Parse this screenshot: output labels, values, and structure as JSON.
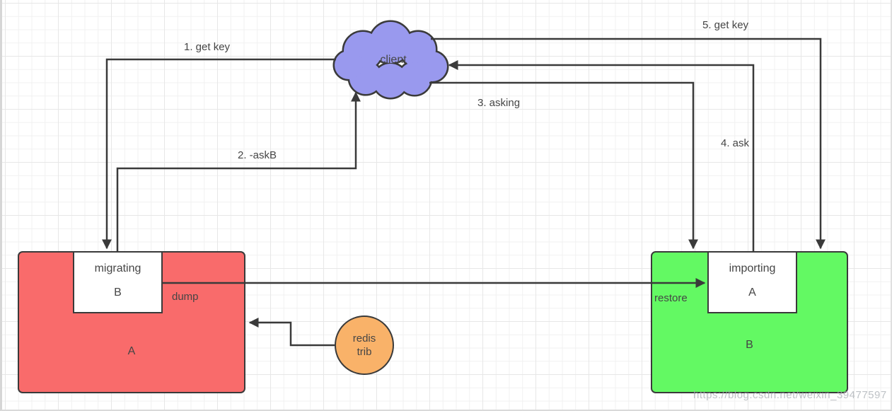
{
  "client": {
    "label": "client"
  },
  "steps": {
    "step1": "1. get key",
    "step2": "2. -askB",
    "step3": "3. asking",
    "step4": "4. ask",
    "step5": "5. get key"
  },
  "source_node": {
    "state": "migrating",
    "slot": "B",
    "node_label": "A",
    "action": "dump",
    "color": "#f96b6b"
  },
  "target_node": {
    "state": "importing",
    "slot": "A",
    "node_label": "B",
    "action": "restore",
    "color": "#63f963"
  },
  "tool": {
    "line1": "redis",
    "line2": "trib",
    "color": "#f9b269"
  },
  "colors": {
    "stroke": "#3a3a3a",
    "cloud_fill": "#9999ee",
    "text": "#454545"
  },
  "watermark": "https://blog.csdn.net/weixin_39477597"
}
